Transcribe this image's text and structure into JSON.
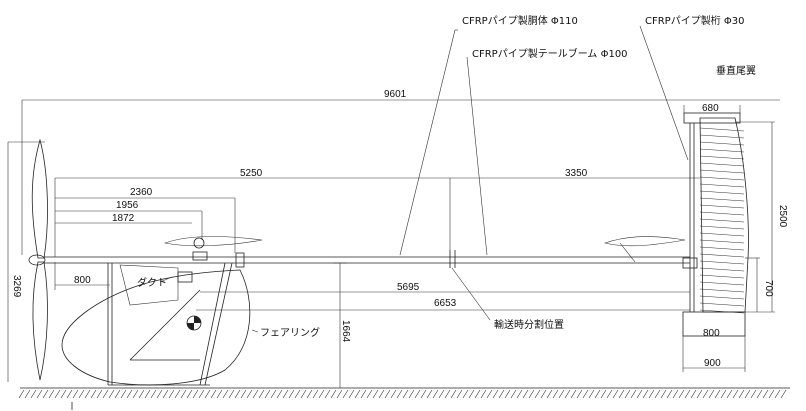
{
  "labels": {
    "fuselage": "CFRPパイプ製胴体 Φ110",
    "tailboom": "CFRPパイプ製テールブーム Φ100",
    "spar": "CFRPパイプ製桁 Φ30",
    "vertical_tail": "垂直尾翼",
    "duct": "ダクト",
    "fairing": "フェアリング",
    "split_position": "輸送時分割位置"
  },
  "dimensions": {
    "overall_length": "9601",
    "d_5250": "5250",
    "d_3350": "3350",
    "d_2360": "2360",
    "d_1956": "1956",
    "d_1872": "1872",
    "d_800_nose": "800",
    "d_5695": "5695",
    "d_6653": "6653",
    "prop_dia": "3269",
    "height": "1664",
    "tail_top": "680",
    "tail_height": "2500",
    "tail_lower": "700",
    "tail_root": "800",
    "tail_base": "900"
  }
}
